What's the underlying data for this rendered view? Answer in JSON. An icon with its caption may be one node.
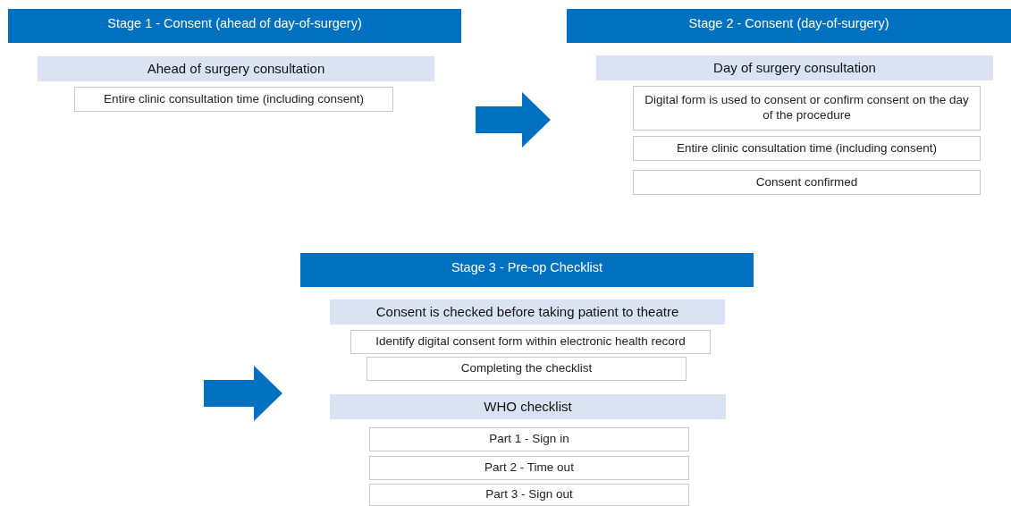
{
  "diagram": {
    "nodes": [
      {
        "text": [
          "Stage 1 - Consent (ahead of day-of-surgery)"
        ]
      },
      {
        "text": [
          "Ahead of surgery consultation"
        ]
      },
      {
        "text": [
          "Entire clinic consultation time (including consent)"
        ]
      },
      {
        "text": [
          "Stage 2 - Consent (day-of-surgery)"
        ]
      },
      {
        "text": [
          "Day of surgery consultation"
        ]
      },
      {
        "text": [
          "Digital form is used to consent or confirm consent on the day of the procedure"
        ]
      },
      {
        "text": [
          "Entire clinic consultation time (including consent)"
        ]
      },
      {
        "text": [
          "Consent confirmed"
        ]
      },
      {
        "text": [
          "Stage 3 - Pre-op Checklist"
        ]
      },
      {
        "text": [
          "Consent is checked before taking patient to theatre"
        ]
      },
      {
        "text": [
          "Identify digital consent form within electronic health record"
        ]
      },
      {
        "text": [
          "Completing the checklist"
        ]
      },
      {
        "text": [
          "WHO checklist"
        ]
      },
      {
        "text": [
          "Part 1 - Sign in"
        ]
      },
      {
        "text": [
          "Part 2 - Time out"
        ]
      },
      {
        "text": [
          "Part 3 - Sign out"
        ]
      }
    ],
    "edges": [
      {
        "from": 0,
        "to": 3,
        "arrow": "to",
        "style": "thick",
        "color": "#0070c0"
      }
    ]
  }
}
